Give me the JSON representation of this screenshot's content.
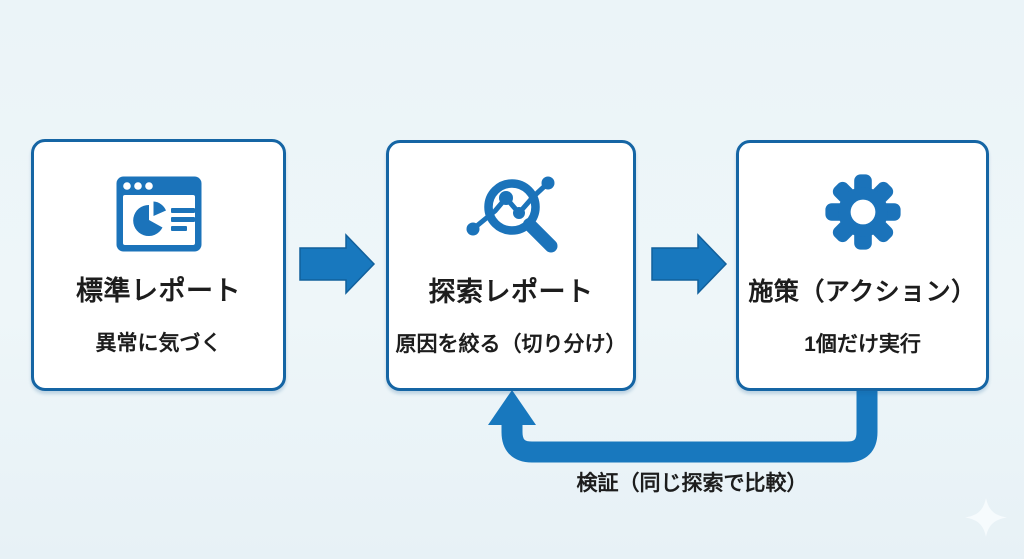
{
  "colors": {
    "background": "#ebf4f8",
    "card_bg": "#ffffff",
    "card_border": "#1565a4",
    "accent_blue": "#1878be",
    "icon_blue": "#1b73ba",
    "text_dark": "#1d1d1d"
  },
  "flow": {
    "steps": [
      {
        "title": "標準レポート",
        "subtitle": "異常に気づく",
        "icon": "report-window-icon"
      },
      {
        "title": "探索レポート",
        "subtitle": "原因を絞る（切り分け）",
        "icon": "magnifier-chart-icon"
      },
      {
        "title": "施策（アクション）",
        "subtitle": "1個だけ実行",
        "icon": "gear-icon"
      }
    ],
    "feedback": {
      "label": "検証（同じ探索で比較）"
    }
  }
}
